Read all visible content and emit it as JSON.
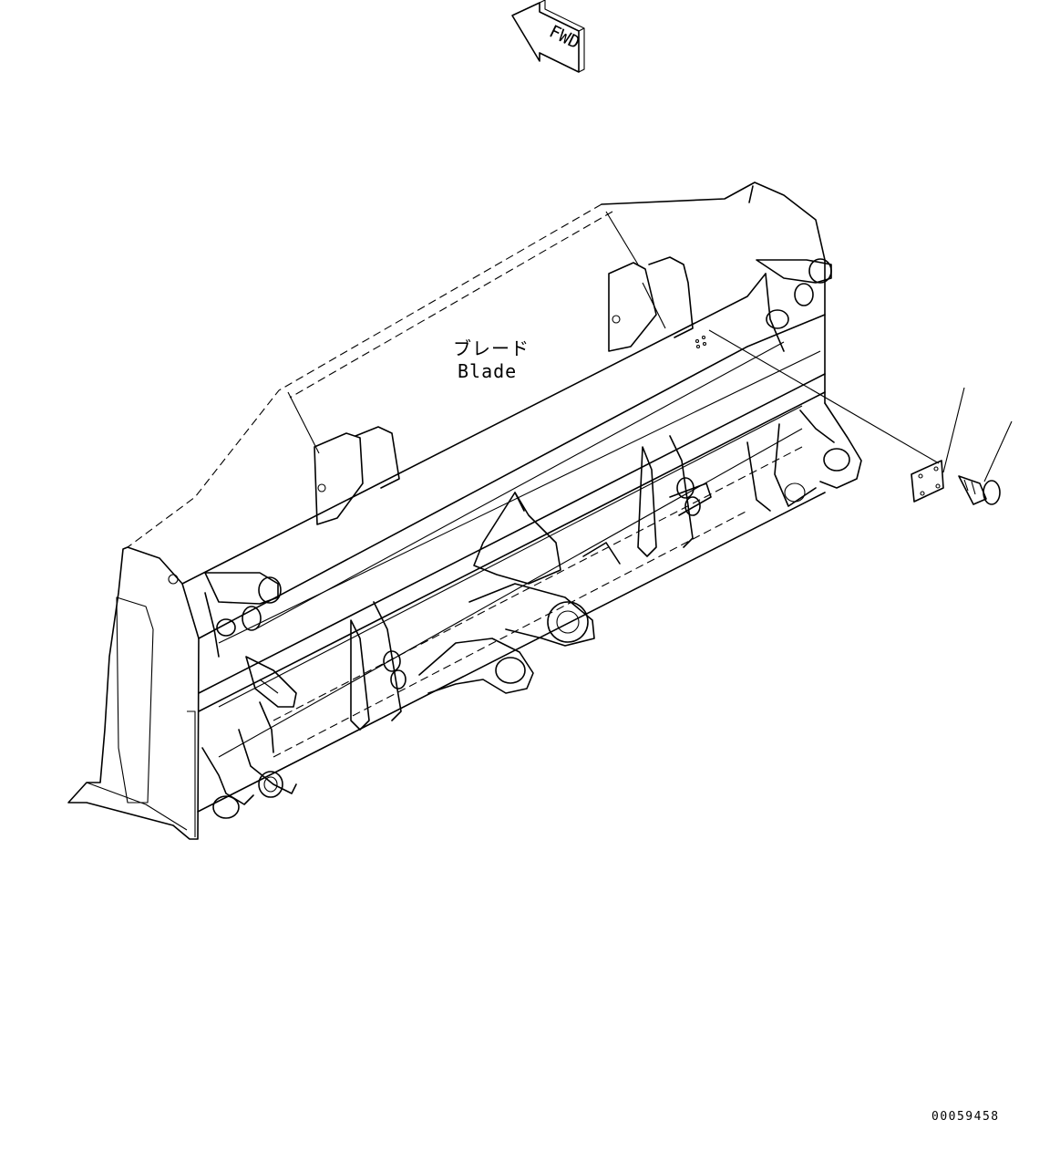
{
  "direction_marker": {
    "text": "FWD",
    "icon": "forward-arrow-icon"
  },
  "part_label": {
    "jp": "ブレード",
    "en": "Blade"
  },
  "figure_id": "00059458"
}
